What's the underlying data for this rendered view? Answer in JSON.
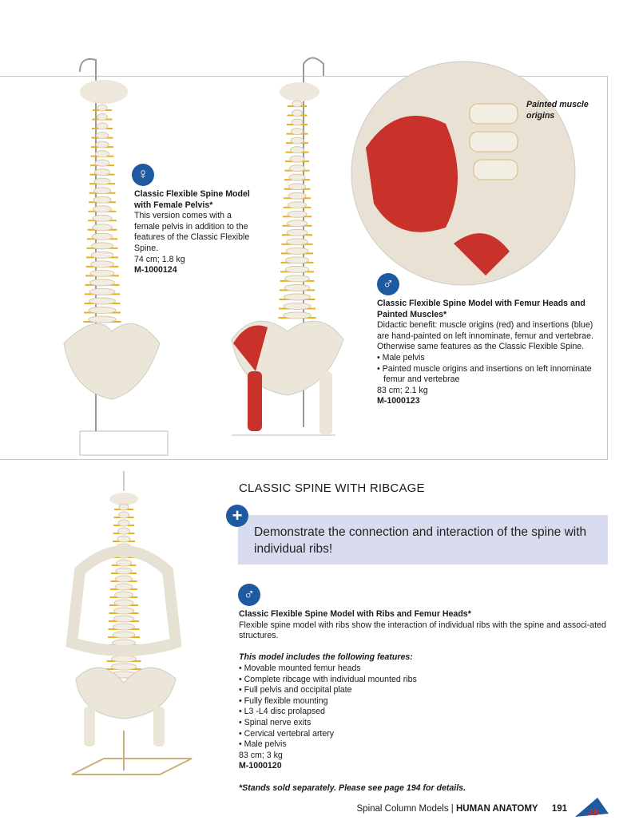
{
  "female_model": {
    "icon": "female-symbol",
    "title": "Classic Flexible Spine Model with Female Pelvis*",
    "description": "This version comes with a female pelvis in addition to the features of the Classic Flexible Spine.",
    "specs": "74 cm; 1.8 kg",
    "sku": "M-1000124"
  },
  "muscle_model": {
    "callout": "Painted muscle origins",
    "icon": "male-symbol",
    "title": "Classic Flexible Spine Model with Femur Heads and Painted Muscles*",
    "description": "Didactic benefit: muscle origins (red) and insertions (blue) are hand-painted on left innominate, femur and vertebrae. Otherwise same features as the Classic Flexible Spine.",
    "bullets": [
      "• Male pelvis",
      "• Painted muscle origins and insertions on left innominate femur and vertebrae"
    ],
    "specs": "83 cm; 2.1 kg",
    "sku": "M-1000123"
  },
  "ribcage_section": {
    "heading": "CLASSIC SPINE WITH RIBCAGE",
    "plus_icon": "+",
    "banner": "Demonstrate the connection and interaction of the spine with individual ribs!",
    "icon": "male-symbol",
    "title": "Classic Flexible Spine Model with Ribs and Femur Heads*",
    "description": "Flexible spine model with ribs show the interaction of individual ribs with the spine and associ-ated structures.",
    "features_heading": "This model includes the following features:",
    "features": [
      "• Movable mounted femur heads",
      "• Complete ribcage with individual mounted ribs",
      "• Full pelvis and occipital plate",
      "• Fully flexible mounting",
      "• L3 -L4 disc prolapsed",
      "• Spinal nerve exits",
      "• Cervical vertebral artery",
      "• Male pelvis"
    ],
    "specs": "83 cm; 3 kg",
    "sku": "M-1000120"
  },
  "note": "*Stands sold separately. Please see page 194 for details.",
  "footer": {
    "section": "Spinal Column Models | ",
    "category": "HUMAN ANATOMY",
    "page": "191",
    "logo": "3B"
  },
  "colors": {
    "accent": "#1f5aa0",
    "banner": "#d9dcef"
  }
}
